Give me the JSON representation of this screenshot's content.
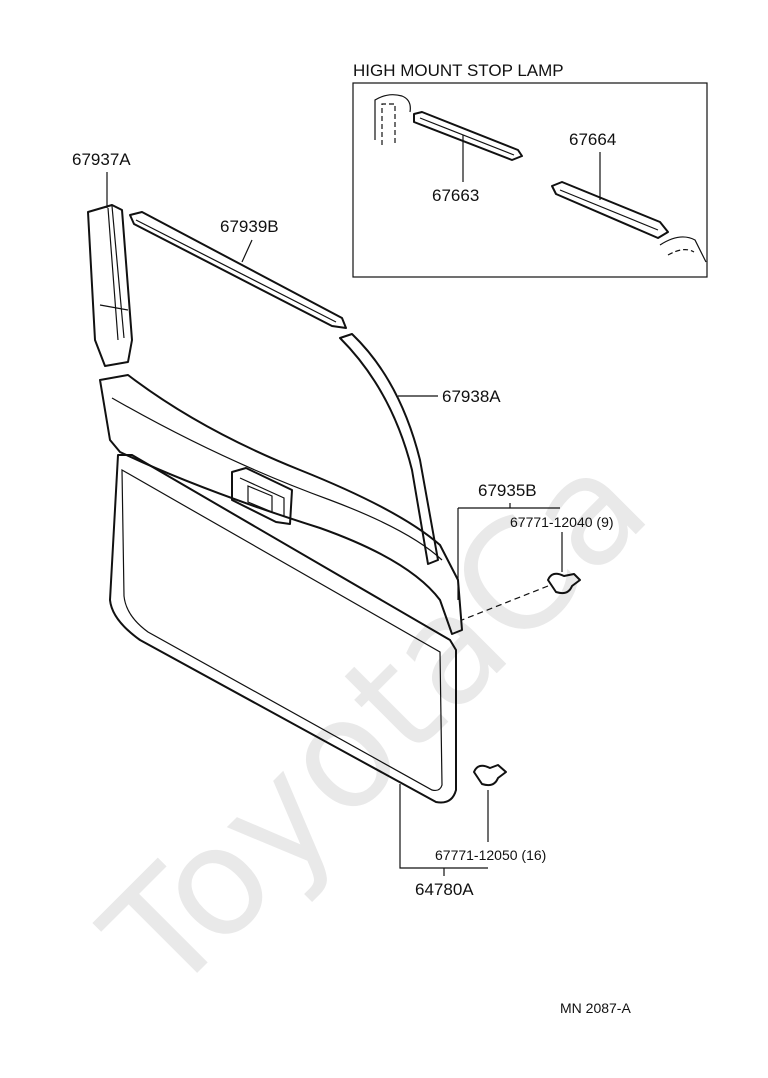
{
  "watermark": "ToyotaCa",
  "inset": {
    "title": "HIGH MOUNT STOP LAMP"
  },
  "parts": {
    "p67937a": "67937A",
    "p67939b": "67939B",
    "p67938a": "67938A",
    "p67935b": "67935B",
    "p67771_12040": "67771-12040 (9)",
    "p67771_12050": "67771-12050 (16)",
    "p64780a": "64780A",
    "p67663": "67663",
    "p67664": "67664"
  },
  "footer": {
    "code": "MN  2087-A"
  }
}
